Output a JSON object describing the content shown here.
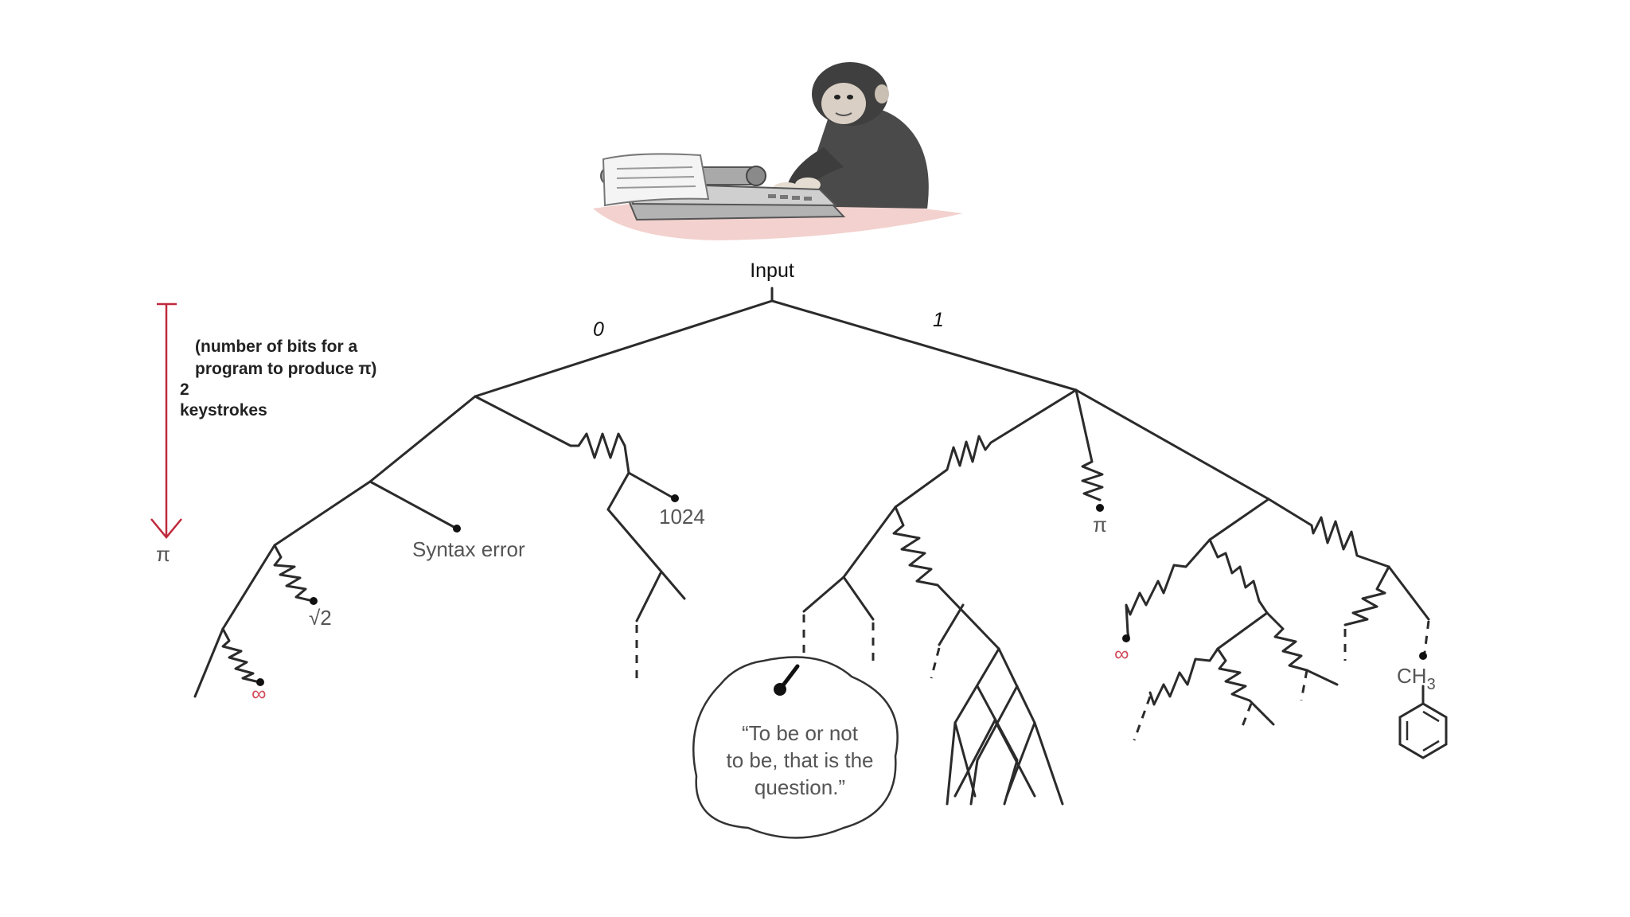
{
  "diagram": {
    "root_label": "Input",
    "branch_labels": [
      "0",
      "1"
    ],
    "axis": {
      "annotation_line1": "(number of bits for a",
      "annotation_line2": "program to produce π)",
      "count": "2",
      "unit": "keystrokes",
      "end_symbol": "π"
    },
    "outputs": {
      "syntax_error": "Syntax error",
      "number_1024": "1024",
      "sqrt2": "√2",
      "infinity_left": "∞",
      "pi_right": "π",
      "infinity_right": "∞",
      "ch3_base": "CH",
      "ch3_sub": "3"
    },
    "bubble": {
      "line1": "“To be or not",
      "line2": "to be, that is the",
      "line3": "question.”"
    }
  },
  "colors": {
    "line": "#2b2b2b",
    "accent_red": "#c0283c",
    "table_pink": "#f1c9c6",
    "chimp_fur": "#4a4a4a"
  },
  "icons": [
    "chimpanzee-typewriter-illustration",
    "benzene-ring-icon"
  ]
}
